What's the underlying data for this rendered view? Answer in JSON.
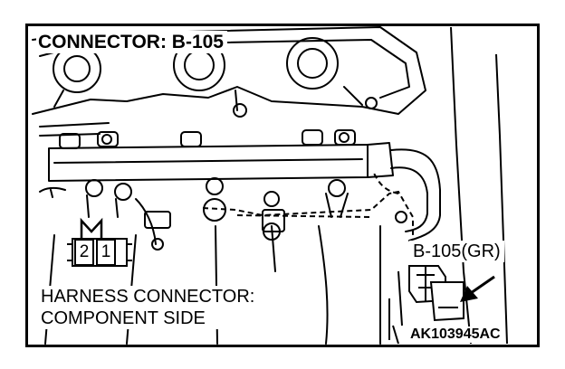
{
  "title": "CONNECTOR: B-105",
  "callout_label": "B-105(GR)",
  "harness_label_line1": "HARNESS CONNECTOR:",
  "harness_label_line2": "COMPONENT SIDE",
  "connector_pins": [
    "2",
    "1"
  ],
  "figure_id": "AK103945AC"
}
